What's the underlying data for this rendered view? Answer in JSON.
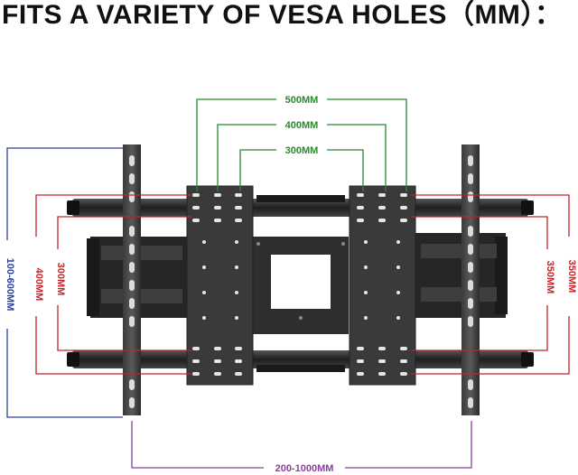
{
  "title": "FITS A VARIETY OF VESA HOLES（MM）：",
  "dimensions": {
    "green_500": "500MM",
    "green_400": "400MM",
    "green_300": "300MM",
    "blue_left": "100-600MM",
    "red_left_outer": "400MM",
    "red_left_inner": "300MM",
    "red_right_outer": "350MM",
    "red_right_inner": "350MM",
    "purple_bottom": "200-1000MM"
  },
  "colors": {
    "green": "#2a8a2a",
    "blue": "#2b3f97",
    "red": "#c0262c",
    "purple": "#8a3fa0",
    "metal": "#2a2a2a"
  }
}
